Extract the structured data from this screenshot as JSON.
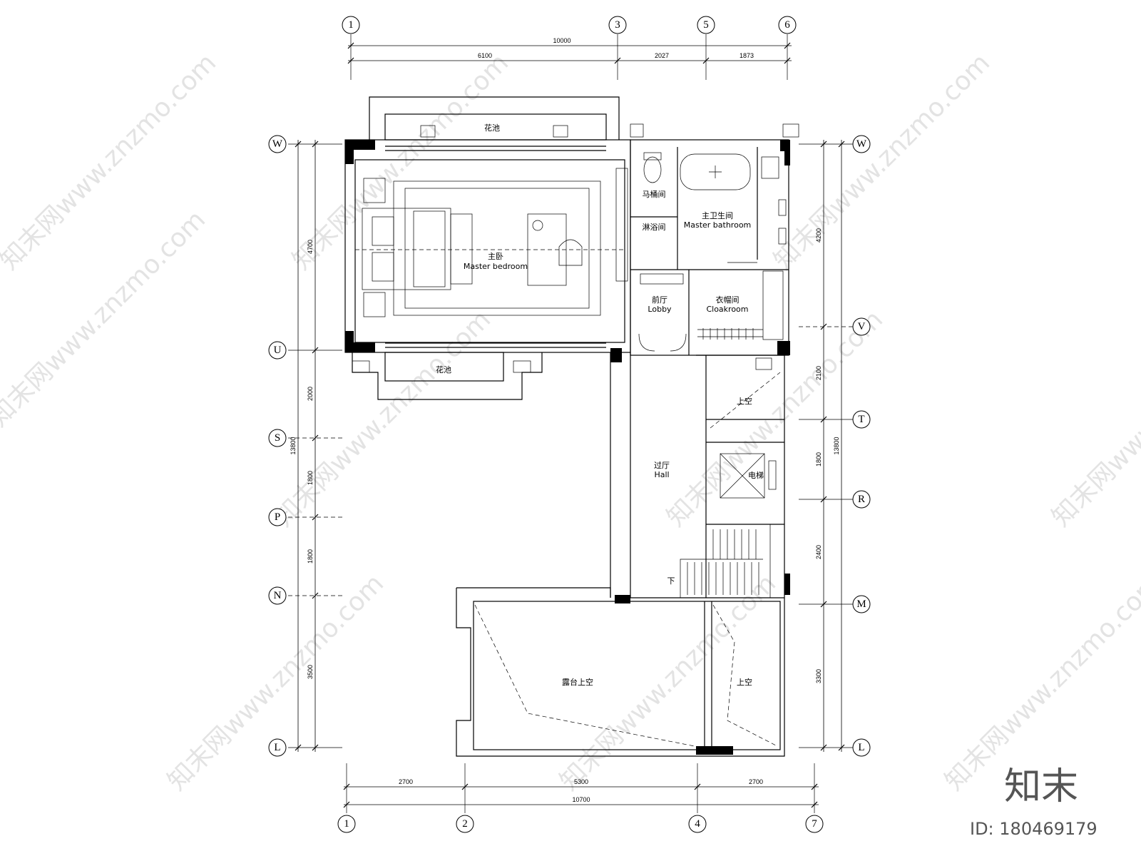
{
  "axes": {
    "top": [
      "1",
      "3",
      "5",
      "6"
    ],
    "bottom": [
      "1",
      "2",
      "4",
      "7"
    ],
    "left": [
      "W",
      "U",
      "S",
      "P",
      "N",
      "L"
    ],
    "right": [
      "W",
      "V",
      "T",
      "R",
      "M",
      "L"
    ]
  },
  "dims": {
    "top_total": "10000",
    "top_segments": [
      "6100",
      "2027",
      "1873"
    ],
    "bottom_total": "10700",
    "bottom_segments": [
      "2700",
      "5300",
      "2700"
    ],
    "left_total": "13800",
    "left_segments": [
      "4700",
      "2000",
      "1800",
      "1800",
      "3500"
    ],
    "right_total": "13800",
    "right_segments": [
      "4200",
      "2100",
      "1800",
      "2400",
      "3300"
    ]
  },
  "rooms": {
    "planter_top": "花池",
    "planter_bottom": "花池",
    "master_bedroom_cn": "主卧",
    "master_bedroom_en": "Master bedroom",
    "toilet_cn": "马桶间",
    "shower_cn": "淋浴间",
    "bath_cn": "主卫生间",
    "bath_en": "Master bathroom",
    "lobby_cn": "前厅",
    "lobby_en": "Lobby",
    "cloak_cn": "衣帽间",
    "cloak_en": "Cloakroom",
    "void1": "上空",
    "hall_cn": "过厅",
    "hall_en": "Hall",
    "elevator": "电梯",
    "stair_down": "下",
    "terrace_void": "露台上空",
    "void2": "上空"
  },
  "watermark": "知末网www.znzmo.com",
  "brand": "知末",
  "id_label": "ID: 180469179"
}
